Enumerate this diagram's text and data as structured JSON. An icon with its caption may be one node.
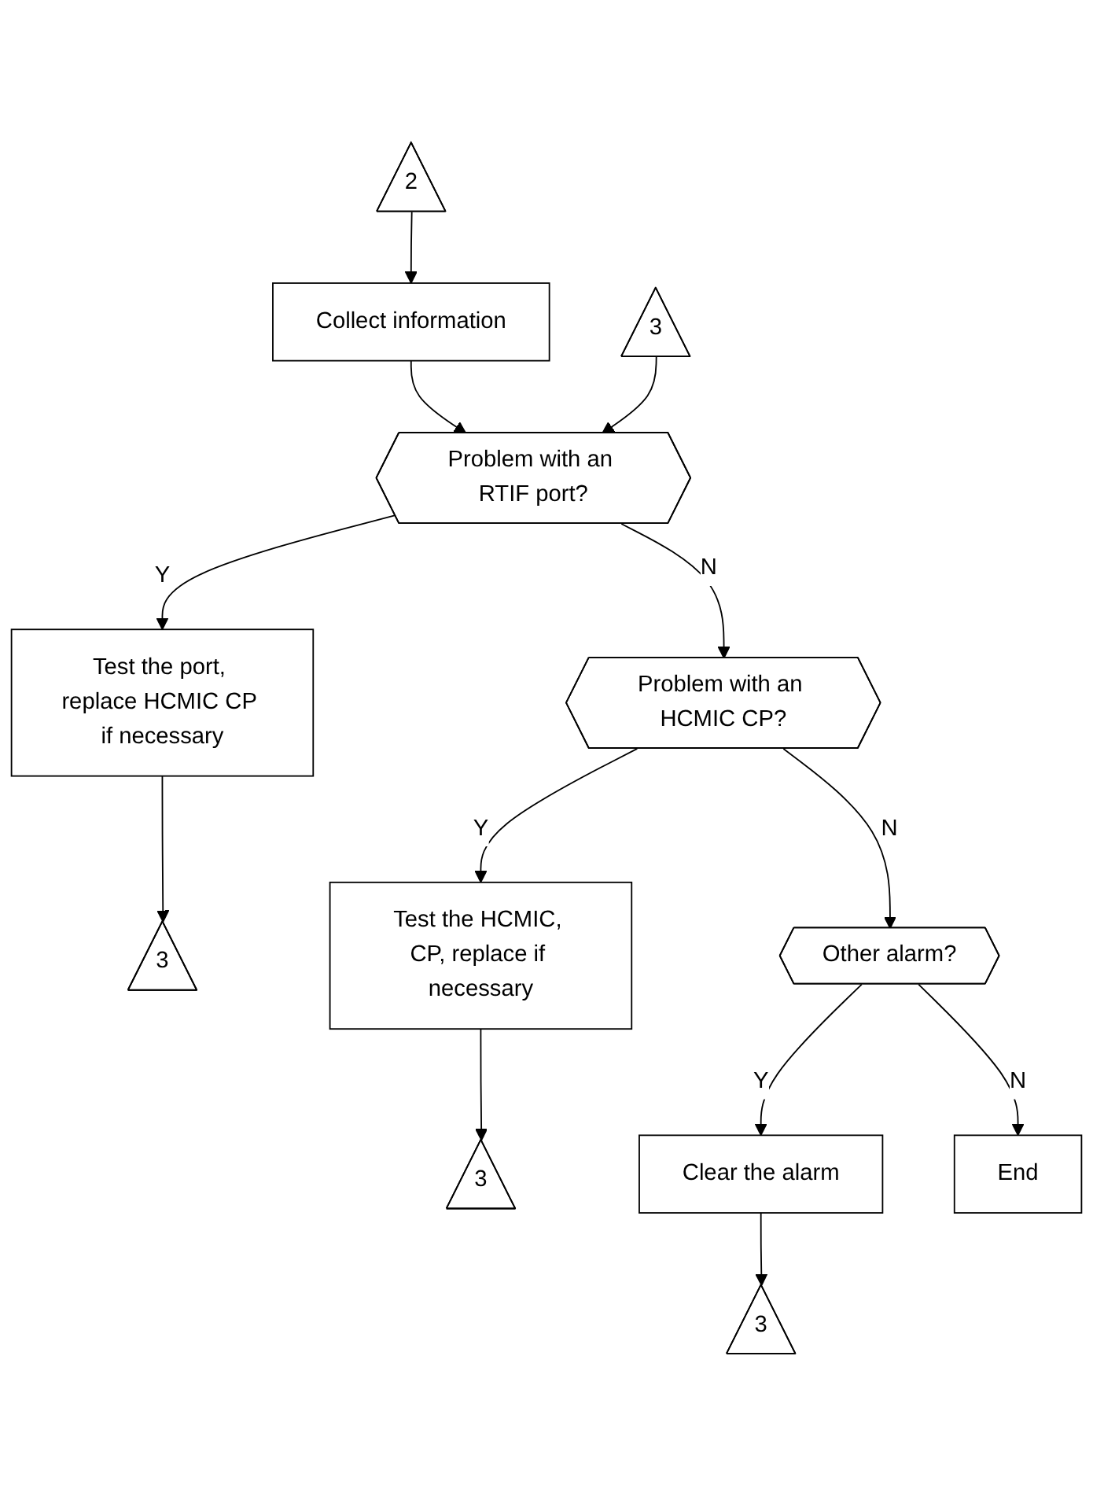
{
  "diagram": {
    "nodes": [
      {
        "text": [
          "2"
        ]
      },
      {
        "text": [
          "Collect information"
        ]
      },
      {
        "text": [
          "3"
        ]
      },
      {
        "text": [
          "Problem with an RTIF port?"
        ]
      },
      {
        "text": [
          "Test the port, replace HCMIC CP if necessary"
        ]
      },
      {
        "text": [
          "3"
        ]
      },
      {
        "text": [
          "Problem with an HCMIC CP?"
        ]
      },
      {
        "text": [
          "Test the HCMIC, CP, replace if necessary"
        ]
      },
      {
        "text": [
          "3"
        ]
      },
      {
        "text": [
          "Other alarm?"
        ]
      },
      {
        "text": [
          "Clear the alarm"
        ]
      },
      {
        "text": [
          "3"
        ]
      },
      {
        "text": [
          "End"
        ]
      }
    ],
    "edges": [
      {
        "from": 0,
        "to": 1,
        "arrow": "to"
      },
      {
        "from": 1,
        "to": 3,
        "arrow": "to"
      },
      {
        "from": 2,
        "to": 3,
        "arrow": "to"
      },
      {
        "from": 3,
        "to": 4,
        "label": "Y",
        "arrow": "to"
      },
      {
        "from": 4,
        "to": 5,
        "arrow": "to"
      },
      {
        "from": 3,
        "to": 6,
        "label": "N",
        "arrow": "to"
      },
      {
        "from": 6,
        "to": 7,
        "label": "Y",
        "arrow": "to"
      },
      {
        "from": 7,
        "to": 8,
        "arrow": "to"
      },
      {
        "from": 6,
        "to": 9,
        "label": "N",
        "arrow": "to"
      },
      {
        "from": 9,
        "to": 10,
        "label": "Y",
        "arrow": "to"
      },
      {
        "from": 10,
        "to": 11,
        "arrow": "to"
      },
      {
        "from": 9,
        "to": 12,
        "label": "N",
        "arrow": "to"
      }
    ]
  }
}
